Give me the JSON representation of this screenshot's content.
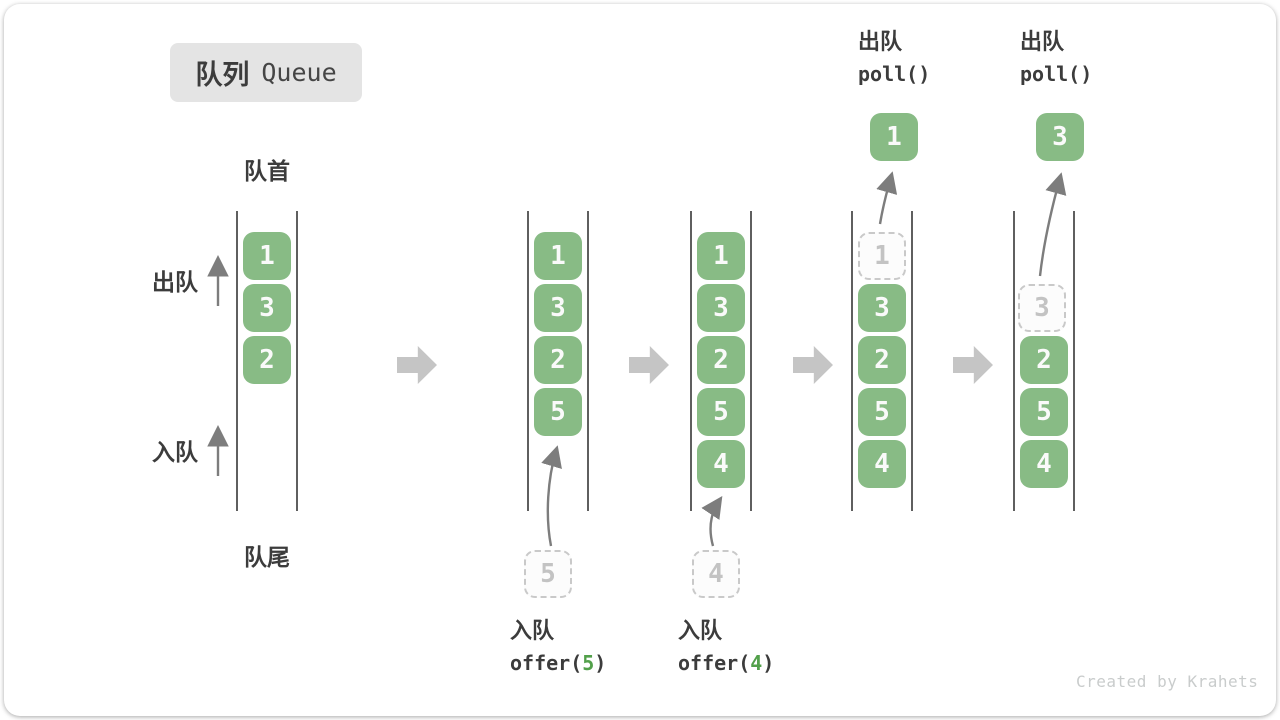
{
  "title": {
    "zh": "队列",
    "en": "Queue"
  },
  "labels": {
    "front": "队首",
    "rear": "队尾",
    "dequeue": "出队",
    "enqueue": "入队"
  },
  "operations": {
    "offer5": {
      "label": "入队",
      "code_prefix": "offer(",
      "arg": "5",
      "code_suffix": ")"
    },
    "offer4": {
      "label": "入队",
      "code_prefix": "offer(",
      "arg": "4",
      "code_suffix": ")"
    },
    "poll1": {
      "label": "出队",
      "code": "poll()"
    },
    "poll2": {
      "label": "出队",
      "code": "poll()"
    }
  },
  "queues": [
    {
      "slots": [
        "1",
        "3",
        "2"
      ]
    },
    {
      "slots": [
        "1",
        "3",
        "2",
        "5"
      ],
      "incoming": "5"
    },
    {
      "slots": [
        "1",
        "3",
        "2",
        "5",
        "4"
      ],
      "incoming": "4"
    },
    {
      "slots": [
        "1",
        "3",
        "2",
        "5",
        "4"
      ],
      "outgoing": "1"
    },
    {
      "slots": [
        "3",
        "2",
        "5",
        "4"
      ],
      "outgoing": "3"
    }
  ],
  "watermark": "Created by Krahets",
  "colors": {
    "item_green": "#88bb85",
    "item_text": "#fafafa",
    "code_green": "#52a04a",
    "text_dark": "#3c3c3c",
    "wall": "#5f5f5f",
    "arrow_gray": "#7d7d7d",
    "block_arrow": "#c5c5c5",
    "dashed_border": "#c9c9c9",
    "dashed_text": "#c3c3c3",
    "badge_bg": "#e4e4e4",
    "watermark_gray": "#c9cccc"
  }
}
